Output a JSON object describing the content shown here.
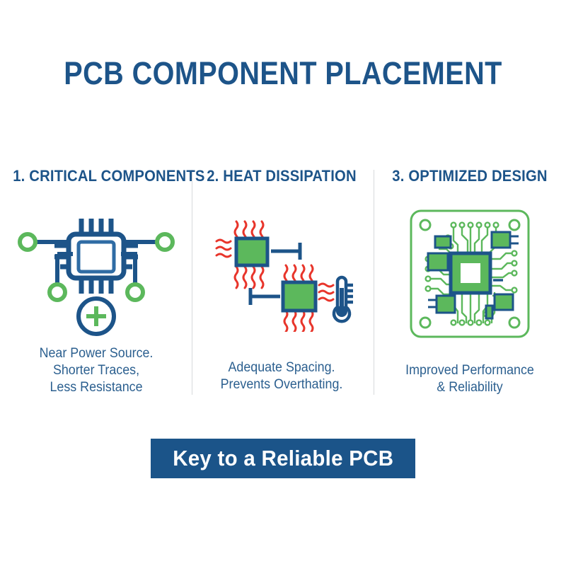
{
  "page": {
    "title": "PCB COMPONENT PLACEMENT",
    "background_color": "#ffffff",
    "brand_blue": "#1d5489",
    "brand_green": "#5cb85c",
    "heat_red": "#e8352b",
    "divider_color": "#d7d9db"
  },
  "columns": [
    {
      "heading": "1. CRITICAL COMPONENTS",
      "icon": "microchip-with-traces-icon",
      "caption_lines": [
        "Near Power Source.",
        "Shorter Traces,",
        "Less Resistance"
      ]
    },
    {
      "heading": "2. HEAT DISSIPATION",
      "icon": "heat-dissipation-spacing-icon",
      "caption_lines": [
        "Adequate Spacing.",
        "Prevents Overthating."
      ]
    },
    {
      "heading": "3. OPTIMIZED DESIGN",
      "icon": "pcb-board-icon",
      "caption_lines": [
        "Improved Performance",
        "& Reliability"
      ]
    }
  ],
  "banner": {
    "label": "Key to a Reliable PCB",
    "background_color": "#1b5489",
    "text_color": "#ffffff"
  }
}
